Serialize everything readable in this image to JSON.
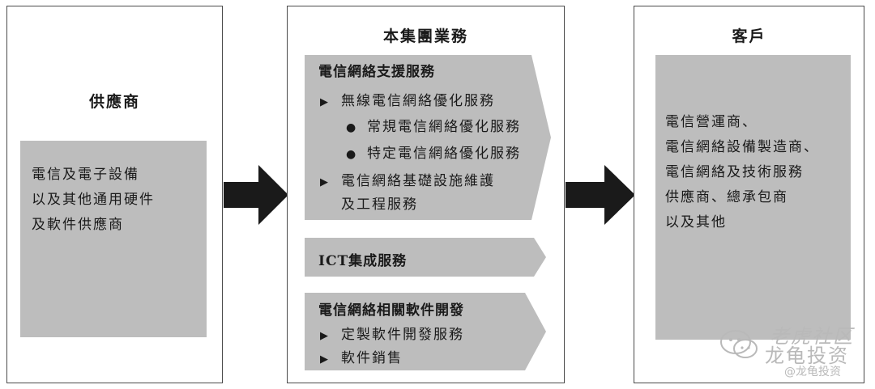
{
  "supplier": {
    "title": "供應商",
    "lines": [
      "電信及電子設備",
      "以及其他通用硬件",
      "及軟件供應商"
    ]
  },
  "group": {
    "title": "本集團業務",
    "services": [
      {
        "title": "電信網絡支援服務",
        "items": [
          {
            "marker": "▶",
            "text": "無線電信網絡優化服務"
          },
          {
            "marker": "●",
            "text": "常規電信網絡優化服務"
          },
          {
            "marker": "●",
            "text": "特定電信網絡優化服務"
          },
          {
            "marker": "▶",
            "text": "電信網絡基礎設施維護"
          },
          {
            "marker": "",
            "text": "及工程服務"
          }
        ]
      },
      {
        "title": "ICT集成服務",
        "items": []
      },
      {
        "title": "電信網絡相關軟件開發",
        "items": [
          {
            "marker": "▶",
            "text": "定製軟件開發服務"
          },
          {
            "marker": "▶",
            "text": "軟件銷售"
          }
        ]
      }
    ]
  },
  "customer": {
    "title": "客戶",
    "lines": [
      "電信營運商、",
      "電信網絡設備製造商、",
      "電信網絡及技術服務",
      "供應商、總承包商",
      "以及其他"
    ]
  },
  "watermark": {
    "line1": "老虎社区",
    "line2": "龙龟投资",
    "line3": "@龙龟投资"
  },
  "colors": {
    "panel_fill": "#bdbdbd",
    "arrow": "#1a1a1a",
    "border": "#4a4a4a"
  }
}
